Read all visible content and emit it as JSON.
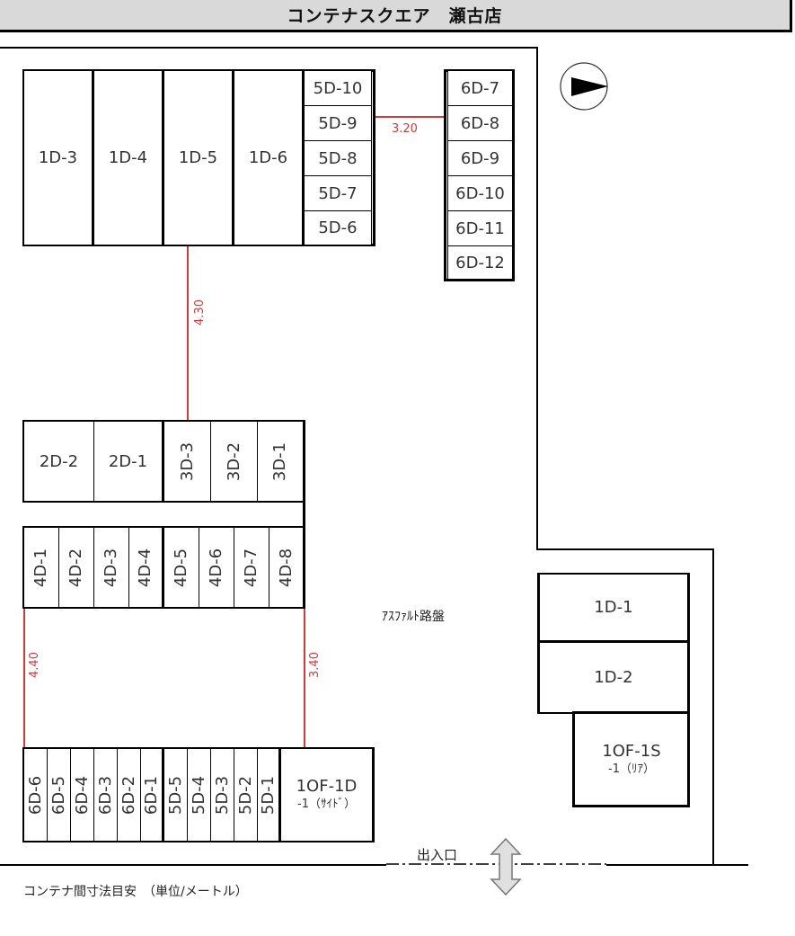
{
  "title": "コンテナスクエア　瀬古店",
  "top_block": {
    "large_units": [
      "1D-3",
      "1D-4",
      "1D-5",
      "1D-6"
    ],
    "stack_units": [
      "5D-10",
      "5D-9",
      "5D-8",
      "5D-7",
      "5D-6"
    ]
  },
  "right_column": [
    "6D-7",
    "6D-8",
    "6D-9",
    "6D-10",
    "6D-11",
    "6D-12"
  ],
  "middle_block": {
    "wide_units": [
      "2D-2",
      "2D-1"
    ],
    "tall_units": [
      "3D-3",
      "3D-2",
      "3D-1"
    ]
  },
  "row_4d": [
    "4D-1",
    "4D-2",
    "4D-3",
    "4D-4",
    "4D-5",
    "4D-6",
    "4D-7",
    "4D-8"
  ],
  "bottom_block": {
    "units": [
      "6D-6",
      "6D-5",
      "6D-4",
      "6D-3",
      "6D-2",
      "6D-1",
      "5D-5",
      "5D-4",
      "5D-3",
      "5D-2",
      "5D-1"
    ],
    "large_unit_line1": "1OF-1D",
    "large_unit_line2": "-1（ｻｲﾄﾞ）"
  },
  "east_block": {
    "units": [
      "1D-1",
      "1D-2"
    ],
    "rear_unit_line1": "1OF-1S",
    "rear_unit_line2": "-1（ﾘｱ）"
  },
  "dimensions": {
    "top_gap": "3.20",
    "vertical_gap": "4.30",
    "left_gap": "4.40",
    "right_gap": "3.40"
  },
  "labels": {
    "surface": "ｱｽﾌｧﾙﾄ路盤",
    "entrance": "出入口",
    "legend": "コンテナ間寸法目安　（単位/メートル）"
  },
  "icons": {
    "north_arrow": "compass-arrow-icon",
    "entrance_arrow": "double-arrow-icon"
  },
  "colors": {
    "dimension": "#d23a3a",
    "title_bg": "#d9d9d9",
    "arrow_fill": "#e0e0e0"
  }
}
